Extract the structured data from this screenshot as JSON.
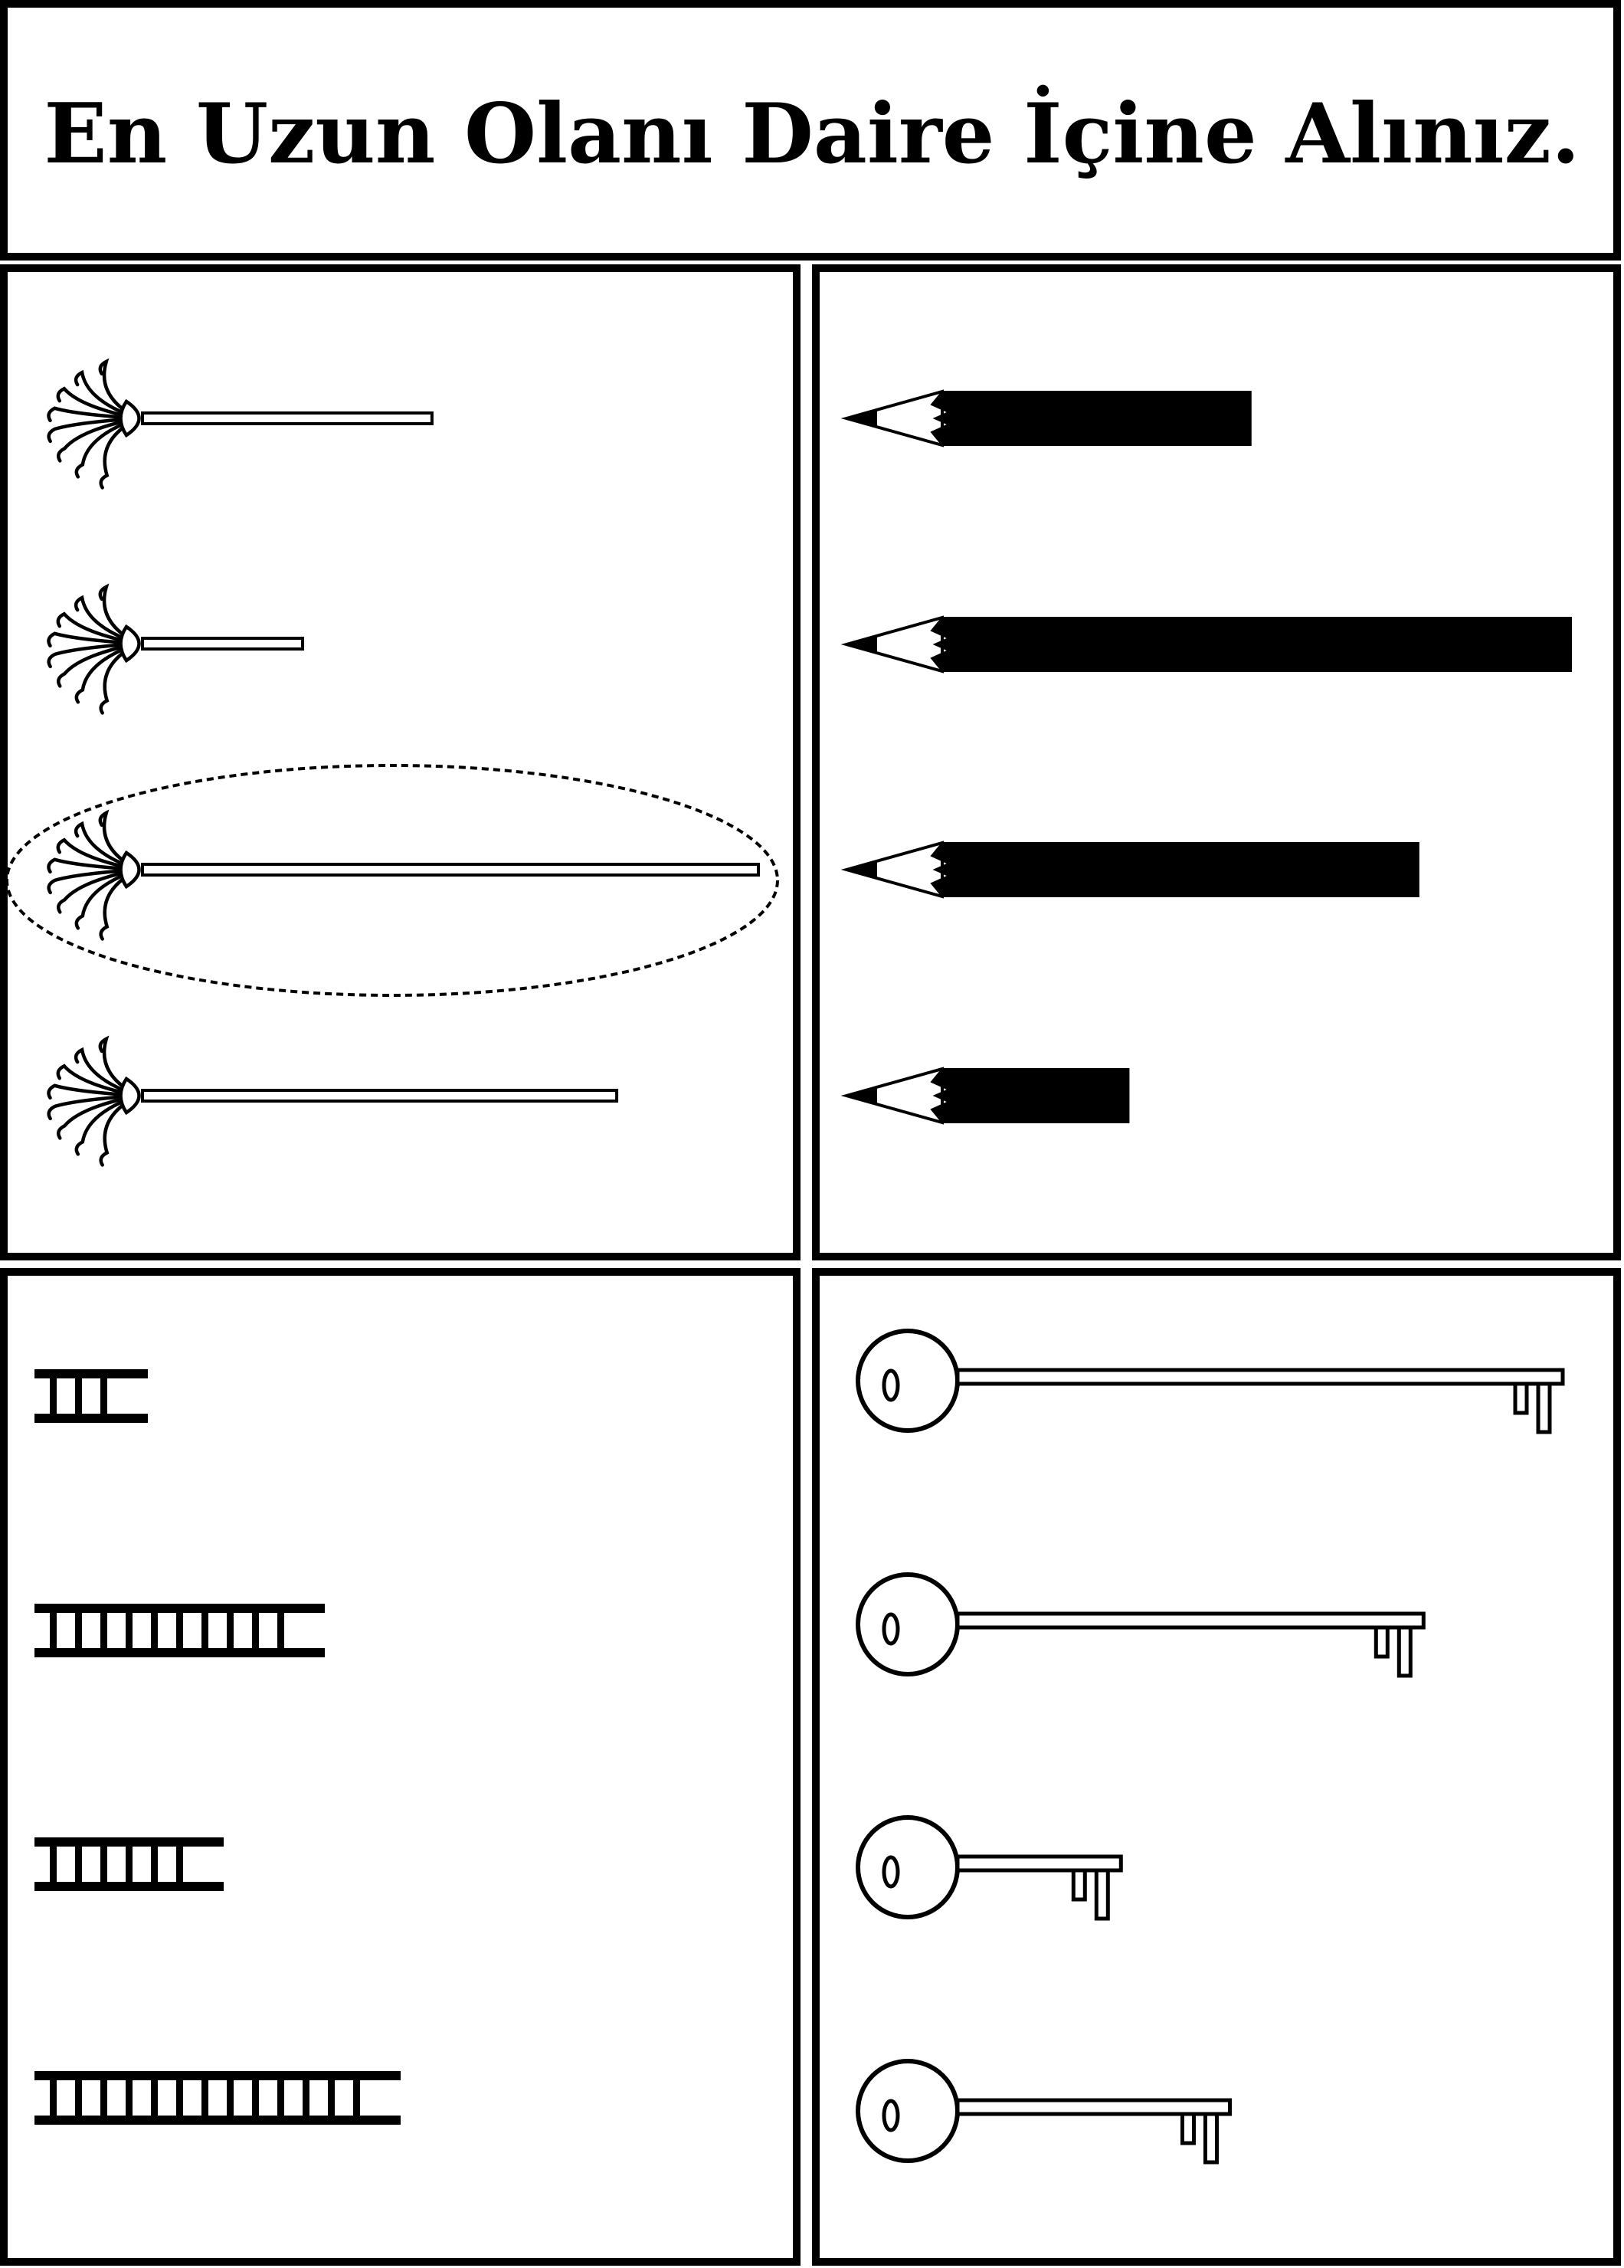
{
  "worksheet": {
    "title": "En Uzun Olanı Daire İçine Alınız."
  },
  "panels": {
    "brushes": {
      "item_type": "brush-icon",
      "relative_lengths": [
        0.47,
        0.26,
        1.0,
        0.77
      ],
      "circled_index": 2
    },
    "pencils": {
      "item_type": "pencil-icon",
      "relative_lengths": [
        0.53,
        0.95,
        0.75,
        0.37
      ]
    },
    "ladders": {
      "item_type": "ladder-icon",
      "rung_counts": [
        3,
        10,
        6,
        13
      ]
    },
    "keys": {
      "item_type": "key-icon",
      "relative_lengths": [
        1.0,
        0.77,
        0.27,
        0.45
      ]
    }
  },
  "colors": {
    "ink": "#000000",
    "paper": "#ffffff"
  }
}
